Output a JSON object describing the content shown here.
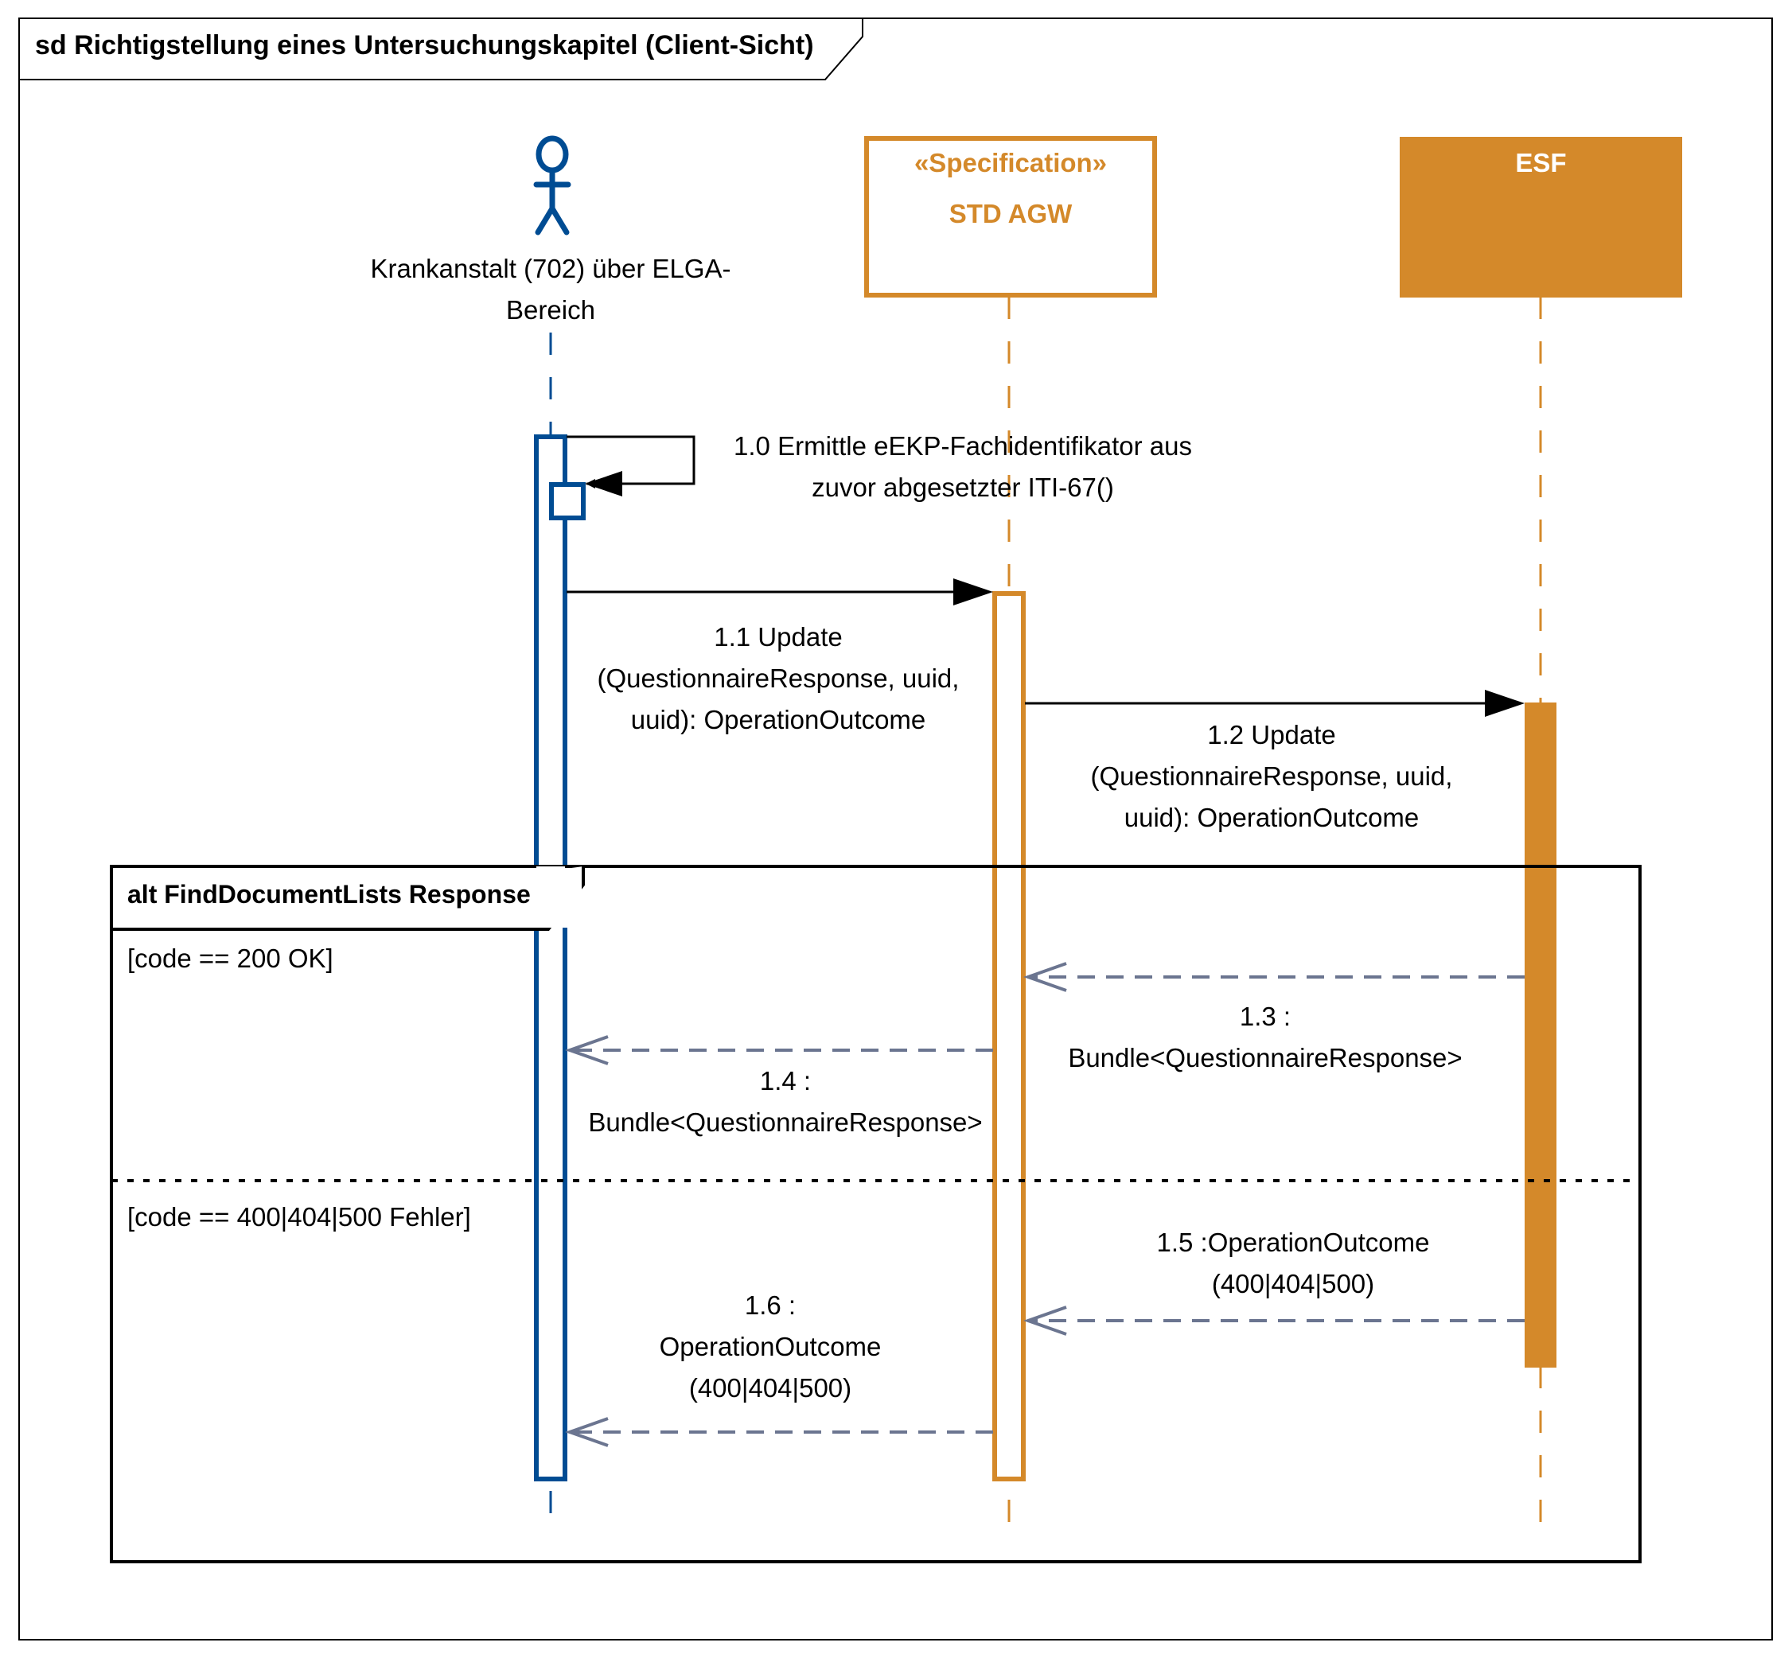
{
  "diagram": {
    "type": "sequence",
    "frame_title": "sd Richtigstellung eines Untersuchungskapitel (Client-Sicht)",
    "colors": {
      "actor": "#004C93",
      "system": "#D4892A",
      "return_arrow": "#6B7590",
      "frame": "#000000"
    },
    "participants": [
      {
        "id": "actor",
        "kind": "actor",
        "label_line1": "Krankanstalt (702) über ELGA-",
        "label_line2": "Bereich"
      },
      {
        "id": "std",
        "kind": "box-outline",
        "stereotype": "«Specification»",
        "name": "STD AGW"
      },
      {
        "id": "esf",
        "kind": "box-filled",
        "name": "ESF"
      }
    ],
    "messages": [
      {
        "id": "1.0",
        "from": "actor",
        "to": "actor",
        "style": "sync",
        "lines": [
          "1.0 Ermittle eEKP-Fachidentifikator aus",
          "zuvor abgesetzter ITI-67()"
        ]
      },
      {
        "id": "1.1",
        "from": "actor",
        "to": "std",
        "style": "sync",
        "lines": [
          "1.1 Update",
          "(QuestionnaireResponse, uuid,",
          "uuid): OperationOutcome"
        ]
      },
      {
        "id": "1.2",
        "from": "std",
        "to": "esf",
        "style": "sync",
        "lines": [
          "1.2 Update",
          "(QuestionnaireResponse, uuid,",
          "uuid): OperationOutcome"
        ]
      },
      {
        "id": "1.3",
        "from": "esf",
        "to": "std",
        "style": "return",
        "lines": [
          "1.3 :",
          "Bundle<QuestionnaireResponse>"
        ]
      },
      {
        "id": "1.4",
        "from": "std",
        "to": "actor",
        "style": "return",
        "lines": [
          "1.4 :",
          "Bundle<QuestionnaireResponse>"
        ]
      },
      {
        "id": "1.5",
        "from": "esf",
        "to": "std",
        "style": "return",
        "lines": [
          "1.5 :OperationOutcome",
          "(400|404|500)"
        ]
      },
      {
        "id": "1.6",
        "from": "std",
        "to": "actor",
        "style": "return",
        "lines": [
          "1.6 :",
          "OperationOutcome",
          "(400|404|500)"
        ]
      }
    ],
    "fragment": {
      "operator": "alt",
      "title": "alt FindDocumentLists Response",
      "guards": [
        "[code == 200 OK]",
        "[code == 400|404|500 Fehler]"
      ]
    }
  }
}
